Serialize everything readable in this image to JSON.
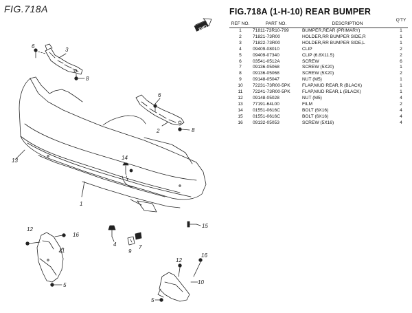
{
  "figure_label": "FIG.718A",
  "title": "FIG.718A (1-H-10) REAR BUMPER",
  "fwd_label": "FWD",
  "table": {
    "headers": {
      "ref": "REF NO.",
      "part": "PART NO.",
      "desc": "DESCRIPTION",
      "qty": "Q'TY"
    },
    "rows": [
      {
        "ref": "1",
        "part": "71811-73R10-799",
        "desc": "BUMPER,REAR (PRIMARY)",
        "qty": "1"
      },
      {
        "ref": "2",
        "part": "71821-73R00",
        "desc": "HOLDER,RR BUMPER SIDE,R",
        "qty": "1"
      },
      {
        "ref": "3",
        "part": "71822-73R00",
        "desc": "HOLDER,RR BUMPER SIDE,L",
        "qty": "1"
      },
      {
        "ref": "4",
        "part": "09409-08010",
        "desc": "CLIP",
        "qty": "2"
      },
      {
        "ref": "5",
        "part": "09409-07340",
        "desc": "CLIP (6.8X11.5)",
        "qty": "2"
      },
      {
        "ref": "6",
        "part": "03541-0512A",
        "desc": "SCREW",
        "qty": "6"
      },
      {
        "ref": "7",
        "part": "09136-05068",
        "desc": "SCREW (5X20)",
        "qty": "1"
      },
      {
        "ref": "8",
        "part": "09136-05068",
        "desc": "SCREW (5X20)",
        "qty": "2"
      },
      {
        "ref": "9",
        "part": "09148-05047",
        "desc": "NUT (M5)",
        "qty": "1"
      },
      {
        "ref": "10",
        "part": "72231-73R00-5PK",
        "desc": "FLAP,MUD REAR,R (BLACK)",
        "qty": "1"
      },
      {
        "ref": "11",
        "part": "72241-73R00-5PK",
        "desc": "FLAP,MUD REAR,L (BLACK)",
        "qty": "1"
      },
      {
        "ref": "12",
        "part": "09148-05028",
        "desc": "NUT (M5)",
        "qty": "4"
      },
      {
        "ref": "13",
        "part": "77191-64L00",
        "desc": "FILM",
        "qty": "2"
      },
      {
        "ref": "14",
        "part": "01551-0616C",
        "desc": "BOLT (6X16)",
        "qty": "4"
      },
      {
        "ref": "15",
        "part": "01551-0616C",
        "desc": "BOLT (6X16)",
        "qty": "4"
      },
      {
        "ref": "16",
        "part": "09132-05053",
        "desc": "SCREW (5X16)",
        "qty": "4"
      }
    ]
  },
  "callouts": {
    "c1": "1",
    "c2": "2",
    "c3": "3",
    "c4": "4",
    "c5": "5",
    "c5b": "5",
    "c6a": "6",
    "c6b": "6",
    "c7": "7",
    "c8a": "8",
    "c8b": "8",
    "c9": "9",
    "c10": "10",
    "c11": "11",
    "c12a": "12",
    "c12b": "12",
    "c13": "13",
    "c14": "14",
    "c15": "15",
    "c16a": "16",
    "c16b": "16"
  }
}
